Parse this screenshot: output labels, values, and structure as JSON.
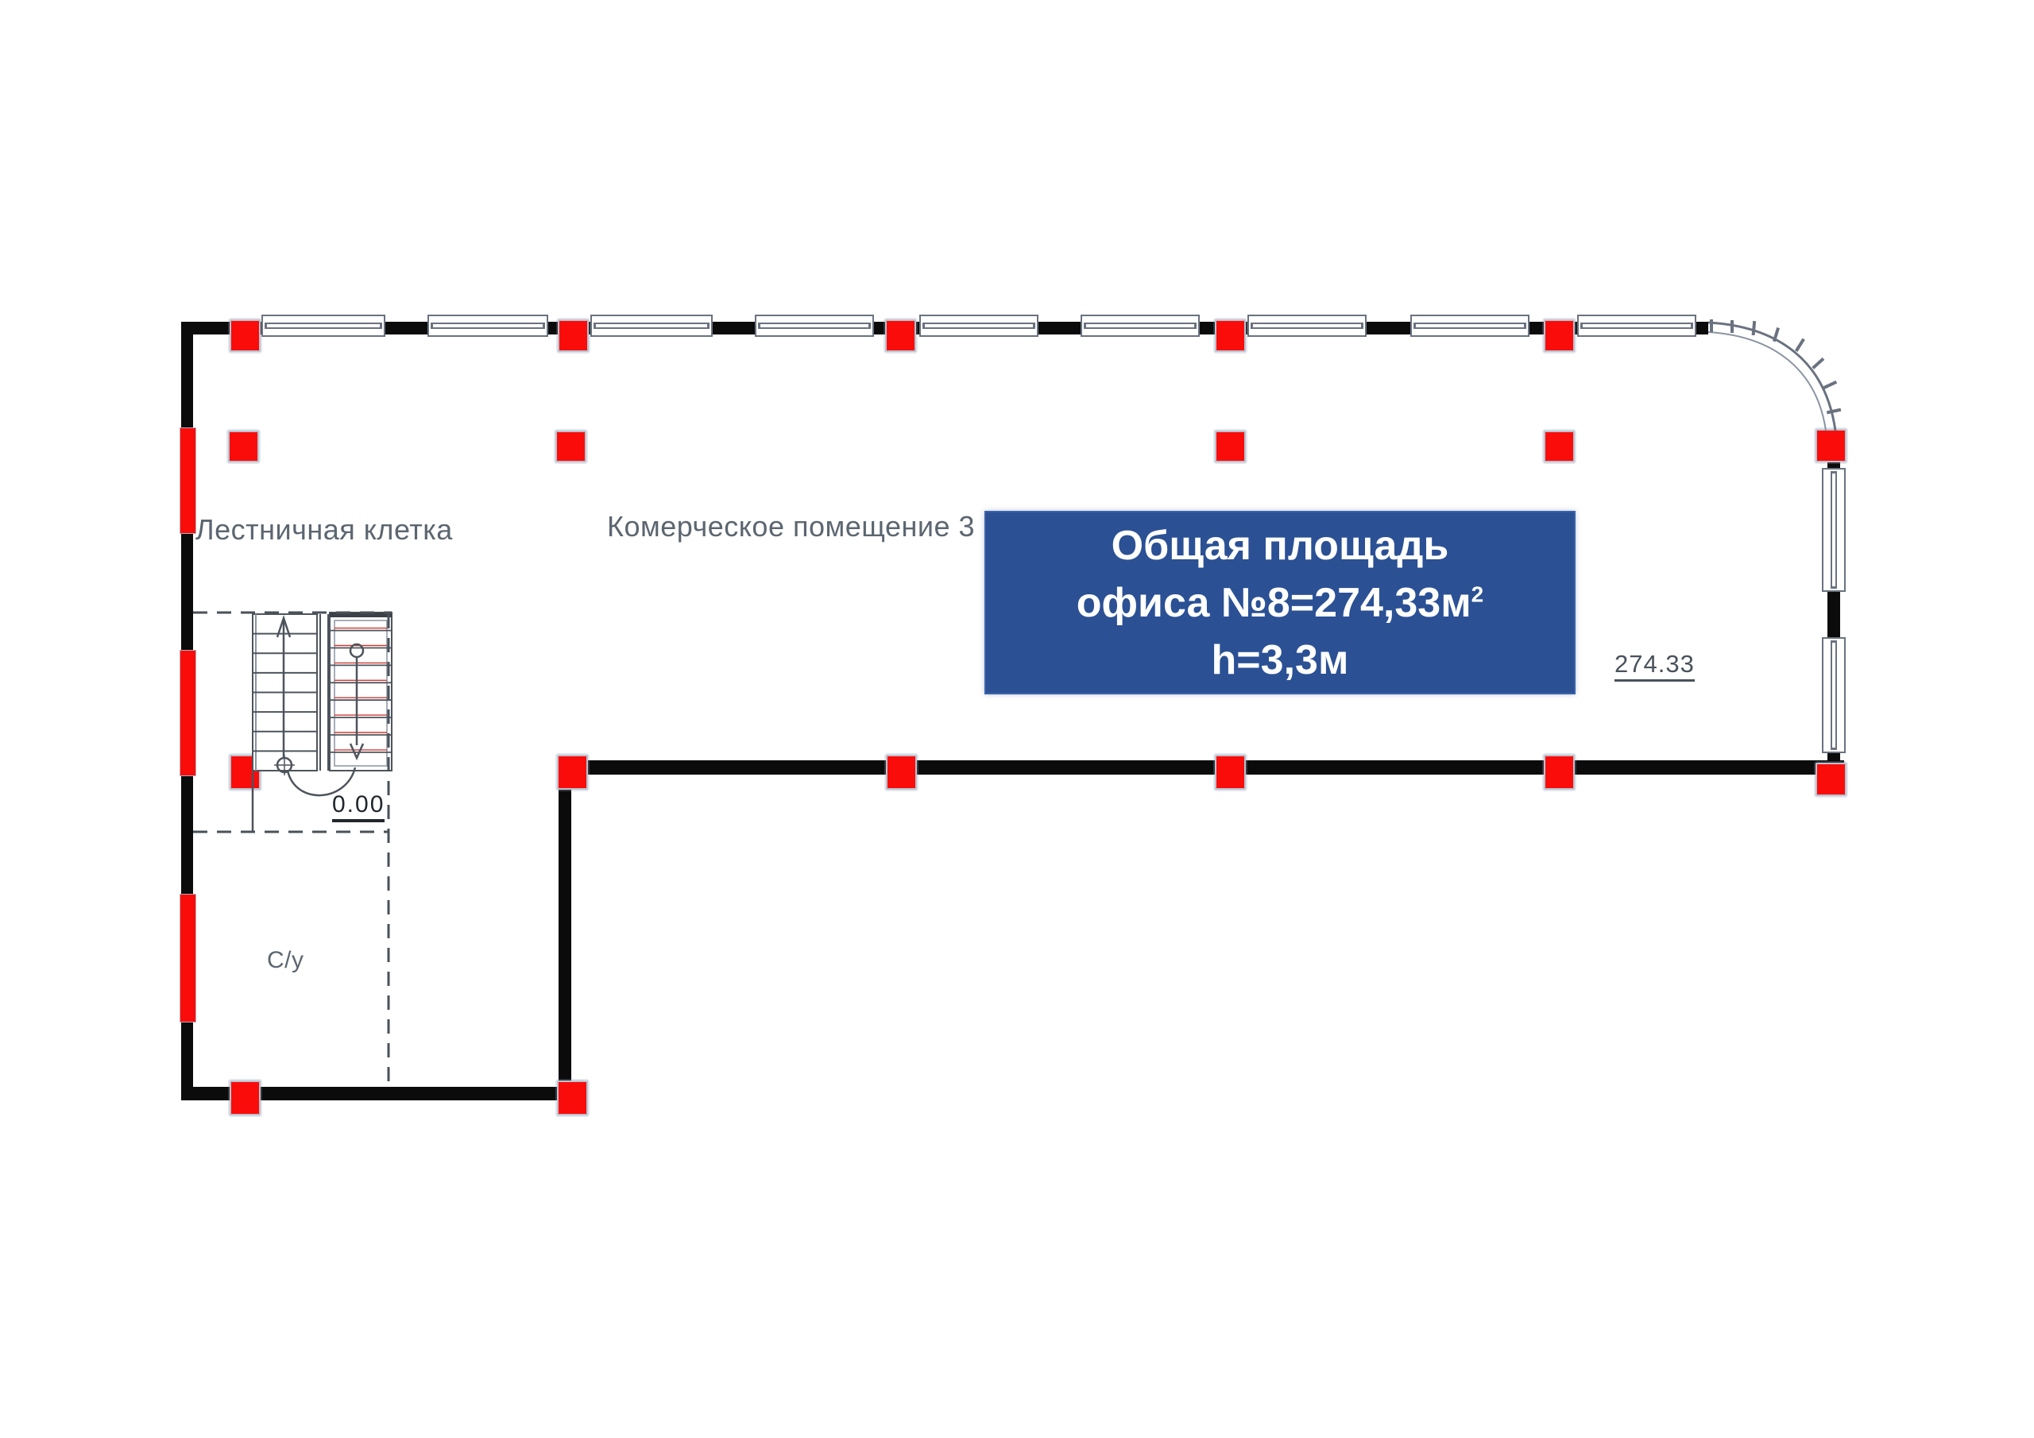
{
  "plan": {
    "rooms": {
      "staircase_label": "Лестничная клетка",
      "commercial_label": "Комерческое помещение 3",
      "bathroom_label": "С/у"
    },
    "marks": {
      "level": "0.00",
      "area": "274.33"
    },
    "info_box": {
      "line1": "Общая площадь",
      "line2": "офиса №8=274,33м",
      "line2_sup": "2",
      "line3": "h=3,3м"
    },
    "colors": {
      "column_red": "#fa0c0b",
      "wall_black": "#0b0b0c",
      "info_blue": "#2b5094",
      "label_gray": "#5c6670",
      "window_frame_gray": "#6a7280"
    }
  }
}
